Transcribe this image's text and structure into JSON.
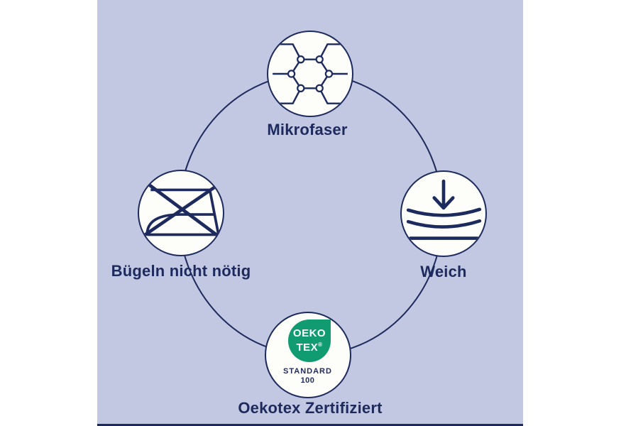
{
  "colors": {
    "background": "#c3c8e2",
    "navy": "#1c2a5e",
    "badge_fill": "#fdfdf9",
    "oekotex_green": "#109b71",
    "side_margin": "#ffffff"
  },
  "diagram": {
    "type": "feature-ring",
    "nodes": [
      {
        "id": "mikrofaser",
        "position": "top",
        "label": "Mikrofaser",
        "icon": "molecule-icon"
      },
      {
        "id": "weich",
        "position": "right",
        "label": "Weich",
        "icon": "softness-press-icon"
      },
      {
        "id": "buegeln",
        "position": "left",
        "label": "Bügeln nicht nötig",
        "icon": "no-ironing-icon"
      },
      {
        "id": "oekotex",
        "position": "bottom",
        "label": "Oekotex Zertifiziert",
        "icon": "oekotex-logo"
      }
    ],
    "oekotex_logo": {
      "line1": "OEKO",
      "line2": "TEX",
      "reg": "®",
      "standard": "STANDARD",
      "number": "100"
    }
  }
}
